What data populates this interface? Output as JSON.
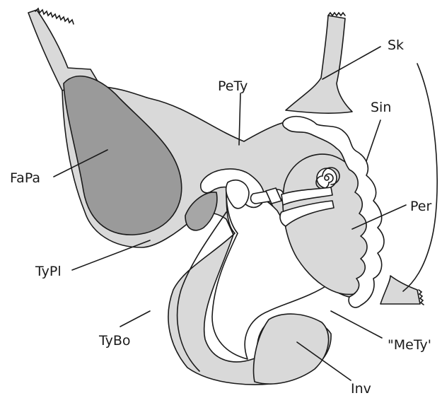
{
  "colors": {
    "light_fill": "#d9d9d9",
    "dark_fill": "#9a9a9a",
    "mid_fill": "#a6a6a6",
    "outline": "#1a1a1a",
    "background": "#ffffff"
  },
  "labels": {
    "fapa": "FaPa",
    "pety": "PeTy",
    "sk": "Sk",
    "sin": "Sin",
    "per": "Per",
    "typl": "TyPl",
    "tybo": "TyBo",
    "mety": "\"MeTy'",
    "inv": "Inv"
  }
}
